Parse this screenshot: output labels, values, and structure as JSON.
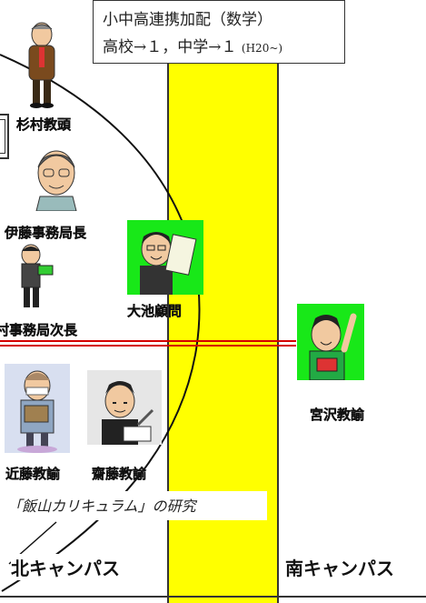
{
  "note": {
    "line1": "小中高連携加配（数学）",
    "line2_main": "高校→１，中学→１",
    "line2_small": "(H20~)"
  },
  "people": {
    "sugimura": "杉村教頭",
    "ito": "伊藤事務局長",
    "oike": "大池顧問",
    "jimu_jicho": "村事務局次長",
    "miyazawa": "宮沢教諭",
    "kondo": "近藤教諭",
    "saito": "齋藤教諭"
  },
  "research_label": "「飯山カリキュラム」の研究",
  "campus": {
    "north": "北キャンパス",
    "south": "南キャンパス"
  },
  "colors": {
    "band": "#ffff00",
    "double_line": "#d40000",
    "portrait_bg": "#18e818"
  }
}
